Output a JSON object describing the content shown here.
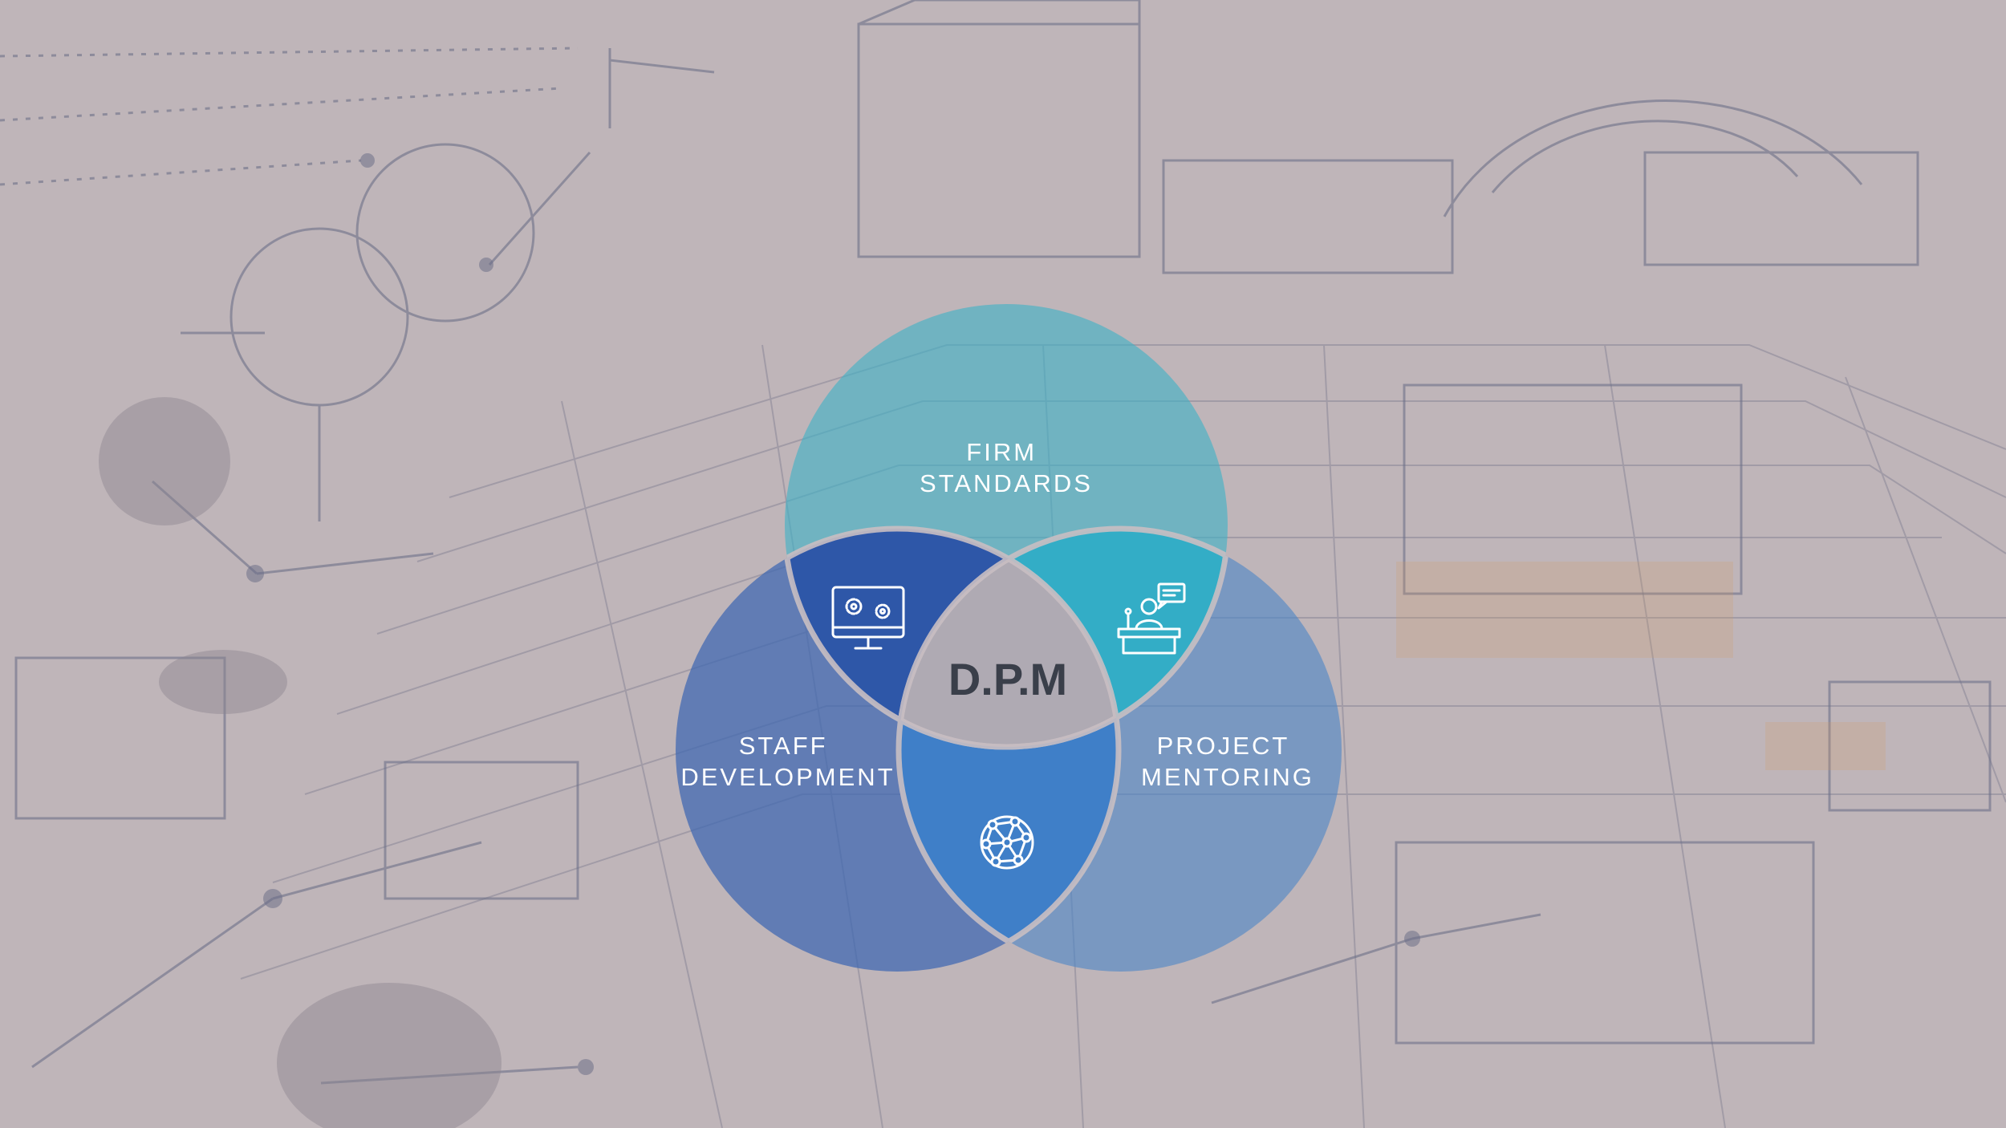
{
  "diagram": {
    "center_label": "D.P.M",
    "circles": [
      {
        "id": "firm-standards",
        "lines": [
          "FIRM",
          "STANDARDS"
        ],
        "color": "#3fb1c7"
      },
      {
        "id": "staff-development",
        "lines": [
          "STAFF",
          "DEVELOPMENT"
        ],
        "color": "#3d66b2"
      },
      {
        "id": "project-mentoring",
        "lines": [
          "PROJECT",
          "MENTORING"
        ],
        "color": "#4e86c6"
      }
    ],
    "petals": [
      {
        "id": "settings",
        "icon": "monitor-gears-icon",
        "color": "#2e57a8"
      },
      {
        "id": "presenter",
        "icon": "presenter-desk-icon",
        "color": "#33adc6"
      },
      {
        "id": "network",
        "icon": "network-globe-icon",
        "color": "#3f7fc8"
      }
    ]
  },
  "colors": {
    "background": "#bfb5b9",
    "sketch_lines": "#6d7088",
    "center_text": "#3a3f4a"
  }
}
